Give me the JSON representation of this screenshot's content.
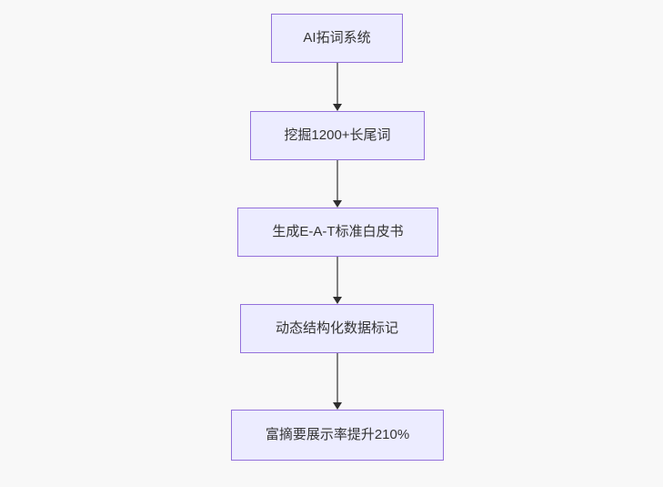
{
  "canvas": {
    "background_color": "#f8f8f8"
  },
  "flowchart": {
    "type": "flowchart-top-down",
    "nodes": [
      {
        "id": "A",
        "label": "AI拓词系统"
      },
      {
        "id": "B",
        "label": "挖掘1200+长尾词"
      },
      {
        "id": "C",
        "label": "生成E-A-T标准白皮书"
      },
      {
        "id": "D",
        "label": "动态结构化数据标记"
      },
      {
        "id": "E",
        "label": "富摘要展示率提升210%"
      }
    ],
    "edges": [
      {
        "from": "A",
        "to": "B"
      },
      {
        "from": "B",
        "to": "C"
      },
      {
        "from": "C",
        "to": "D"
      },
      {
        "from": "D",
        "to": "E"
      }
    ],
    "colors": {
      "node_fill": "#ECECFF",
      "node_border": "#9370DB",
      "edge_line": "#808080",
      "arrowhead": "#2e2e2e",
      "text": "#333333"
    }
  }
}
